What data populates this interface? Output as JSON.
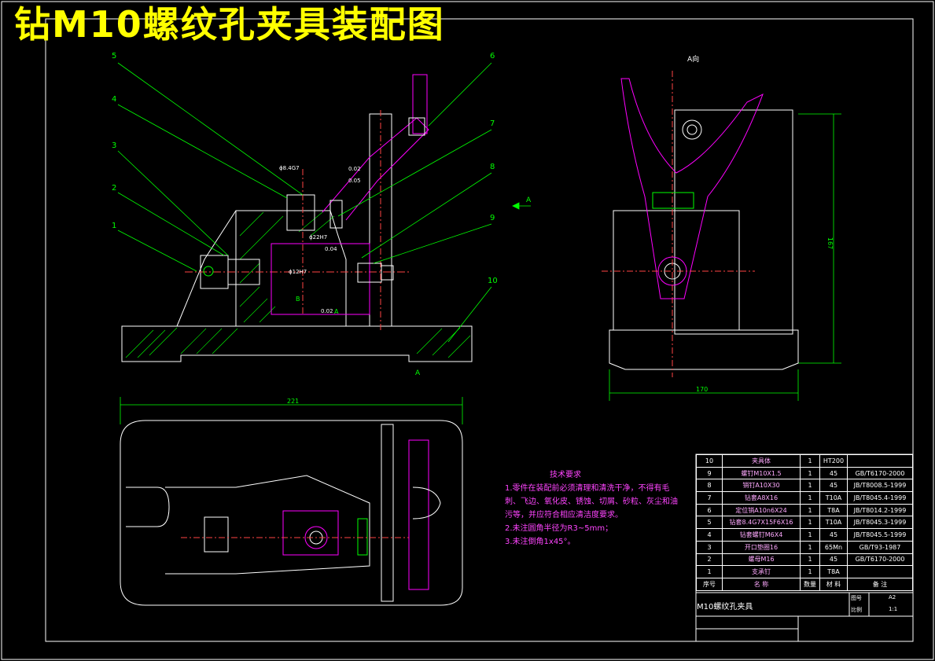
{
  "drawing": {
    "title": "钻M10螺纹孔夹具装配图",
    "view_label": "A向",
    "section_marker": "A",
    "section_arrow_label": "A",
    "datum_a": "A",
    "datum_b": "B"
  },
  "part_callouts": [
    "1",
    "2",
    "3",
    "4",
    "5",
    "6",
    "7",
    "8",
    "9",
    "10"
  ],
  "dimensions": {
    "overall_length": "221",
    "side_height": "167",
    "side_width": "170",
    "hole_dia": "ϕ8.4G7",
    "bore_dia": "ϕ22H7",
    "pin_dia": "ϕ12H7",
    "tol_parallel": "0.02",
    "tol_flat": "0.05",
    "tol_perp": "0.04",
    "tol_bottom": "0.02"
  },
  "tech_requirements": {
    "heading": "技术要求",
    "lines": [
      "1.零件在装配前必须清理和清洗干净，不得有毛",
      "刺、飞边、氧化皮、锈蚀、切屑、砂粒、灰尘和油",
      "污等，并应符合相应清洁度要求。",
      "2.未注圆角半径为R3~5mm；",
      "3.未注倒角1x45°。"
    ]
  },
  "bom": {
    "rows": [
      {
        "no": "10",
        "name": "夹具体",
        "qty": "1",
        "material": "HT200",
        "standard": ""
      },
      {
        "no": "9",
        "name": "螺钉M10X1.5",
        "qty": "1",
        "material": "45",
        "standard": "GB/T6170-2000"
      },
      {
        "no": "8",
        "name": "销钉A10X30",
        "qty": "1",
        "material": "45",
        "standard": "JB/T8008.5-1999"
      },
      {
        "no": "7",
        "name": "钻套A8X16",
        "qty": "1",
        "material": "T10A",
        "standard": "JB/T8045.4-1999"
      },
      {
        "no": "6",
        "name": "定位销A10n6X24",
        "qty": "1",
        "material": "T8A",
        "standard": "JB/T8014.2-1999"
      },
      {
        "no": "5",
        "name": "钻套8.4G7X15F6X16",
        "qty": "1",
        "material": "T10A",
        "standard": "JB/T8045.3-1999"
      },
      {
        "no": "4",
        "name": "钻套螺钉M6X4",
        "qty": "1",
        "material": "45",
        "standard": "JB/T8045.5-1999"
      },
      {
        "no": "3",
        "name": "开口垫圈16",
        "qty": "1",
        "material": "65Mn",
        "standard": "GB/T93-1987"
      },
      {
        "no": "2",
        "name": "螺母M16",
        "qty": "1",
        "material": "45",
        "standard": "GB/T6170-2000"
      },
      {
        "no": "1",
        "name": "支承钉",
        "qty": "1",
        "material": "T8A",
        "standard": ""
      }
    ],
    "header": {
      "no": "序号",
      "name": "名 称",
      "qty": "数量",
      "material": "材 料",
      "standard": "备 注"
    }
  },
  "title_block": {
    "name": "M10螺纹孔夹具",
    "scale_label": "比例",
    "sheet_label": "图号",
    "sheet_value": "A2",
    "scale_value": "1:1"
  },
  "colors": {
    "outline": "#ffffff",
    "leader": "#00ff00",
    "hidden": "#ff00ff",
    "title": "#ffff00",
    "dim": "#00ff00"
  }
}
